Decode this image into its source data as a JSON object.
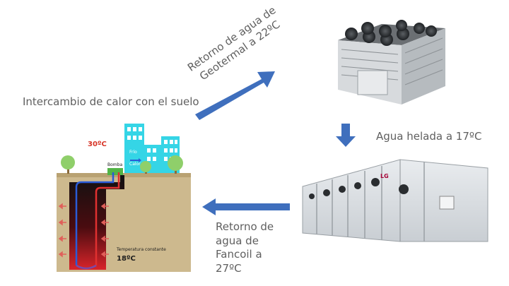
{
  "labels": {
    "geo_return_line1": "Retorno de agua de",
    "geo_return_line2": "Geotermal a 22ºC",
    "ground_exchange": "Intercambio de calor con el suelo",
    "chilled_water": "Agua helada a 17ºC",
    "fancoil_return_line1": "Retorno de",
    "fancoil_return_line2": "agua de",
    "fancoil_return_line3": "Fancoil a",
    "fancoil_return_line4": "27ºC"
  },
  "ground_diagram": {
    "surface_temp": "30ºC",
    "pump_label": "Bomba",
    "cold_label": "Frío",
    "heat_label": "Calor",
    "const_temp_label": "Temperatura constante",
    "const_temp_value": "18ºC"
  },
  "brand": {
    "logo_text": "LG"
  },
  "colors": {
    "arrow_blue": "#3f6fbd",
    "ground": "#cdb98e",
    "sky_building": "#35d5e6",
    "temp_red": "#d73527"
  }
}
